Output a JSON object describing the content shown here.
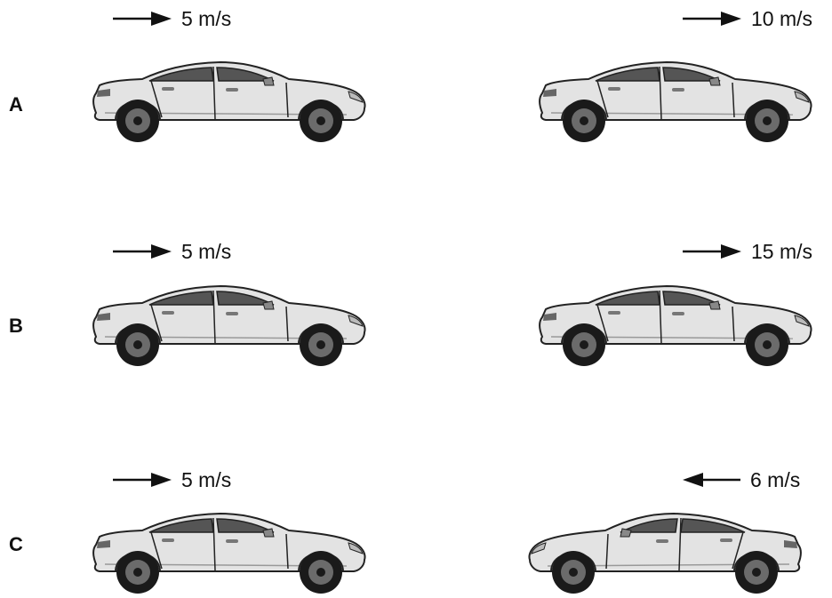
{
  "scenarios": [
    {
      "label": "A",
      "left_car": {
        "speed": "5 m/s",
        "arrow": "right",
        "facing": "right"
      },
      "right_car": {
        "speed": "10 m/s",
        "arrow": "right",
        "facing": "right"
      }
    },
    {
      "label": "B",
      "left_car": {
        "speed": "5 m/s",
        "arrow": "right",
        "facing": "right"
      },
      "right_car": {
        "speed": "15 m/s",
        "arrow": "right",
        "facing": "right"
      }
    },
    {
      "label": "C",
      "left_car": {
        "speed": "5 m/s",
        "arrow": "right",
        "facing": "right"
      },
      "right_car": {
        "speed": "6 m/s",
        "arrow": "left",
        "facing": "left"
      }
    }
  ],
  "colors": {
    "car_body": "#e3e3e3",
    "car_outline": "#222222",
    "window": "#555555",
    "tire": "#1a1a1a",
    "rim": "#6b6b6b"
  }
}
